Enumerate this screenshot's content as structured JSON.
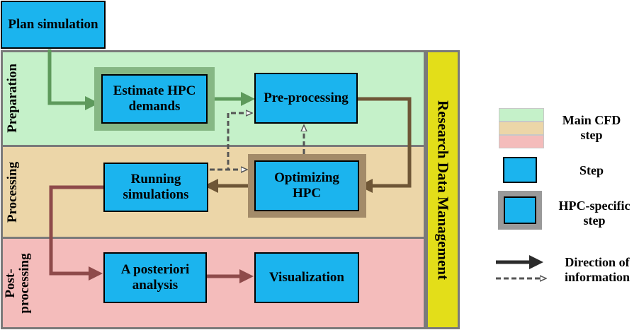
{
  "diagram": {
    "plan_simulation": "Plan simulation",
    "bands": {
      "preparation": "Preparation",
      "processing": "Processing",
      "postprocessing_line1": "Post-",
      "postprocessing_line2": "processing"
    },
    "research_data_management": "Research Data Management",
    "steps": {
      "estimate_hpc_line1": "Estimate HPC",
      "estimate_hpc_line2": "demands",
      "preprocessing": "Pre-processing",
      "optimizing_line1": "Optimizing",
      "optimizing_line2": "HPC",
      "running_line1": "Running",
      "running_line2": "simulations",
      "aposteriori_line1": "A posteriori",
      "aposteriori_line2": "analysis",
      "visualization": "Visualization"
    }
  },
  "legend": {
    "main_cfd_line1": "Main CFD",
    "main_cfd_line2": "step",
    "step": "Step",
    "hpc_specific_line1": "HPC-specific",
    "hpc_specific_line2": "step",
    "direction_line1": "Direction of",
    "direction_line2": "information"
  },
  "colors": {
    "preparation_band": "#c5f1c9",
    "processing_band": "#ecd6a8",
    "postprocessing_band": "#f4bcbb",
    "step_fill": "#1bb4ee",
    "rdm_fill": "#e3de19",
    "prep_arrow": "#5e9a5c",
    "proc_arrow": "#6e5636",
    "post_arrow": "#8e4a4a"
  }
}
